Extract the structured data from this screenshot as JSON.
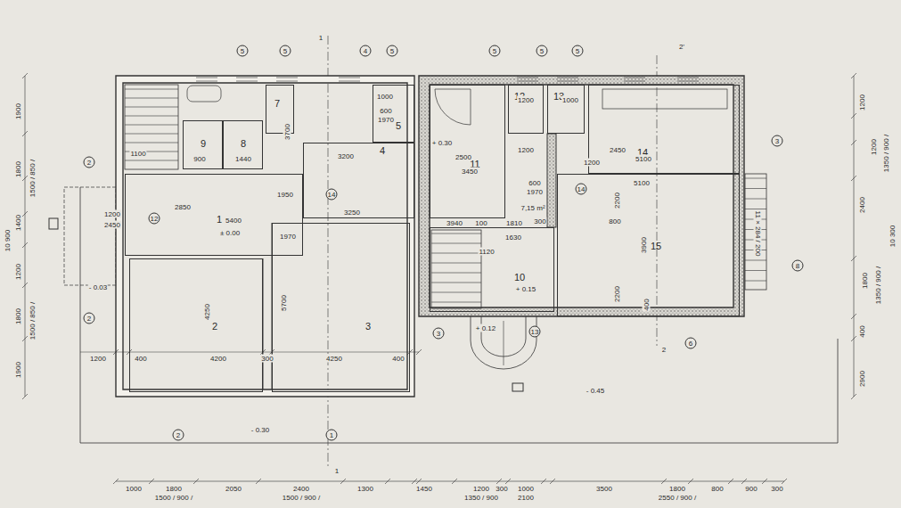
{
  "diagram": {
    "nodes": [
      {
        "text": [
          "1"
        ]
      },
      {
        "text": [
          "2"
        ]
      },
      {
        "text": [
          "3"
        ]
      },
      {
        "text": [
          "4"
        ]
      },
      {
        "text": [
          "5"
        ]
      },
      {
        "text": [
          "7"
        ]
      },
      {
        "text": [
          "8"
        ]
      },
      {
        "text": [
          "9"
        ]
      },
      {
        "text": [
          "10"
        ]
      },
      {
        "text": [
          "11"
        ]
      },
      {
        "text": [
          "12"
        ]
      },
      {
        "text": [
          "13"
        ]
      },
      {
        "text": [
          "14"
        ]
      },
      {
        "text": [
          "15"
        ]
      }
    ],
    "labels": [
      "5",
      "5",
      "4",
      "5",
      "5",
      "5",
      "5",
      "1",
      "2'",
      "1",
      "2",
      "1900",
      "1800",
      "1500 / 850 /",
      "1400",
      "1200",
      "1800",
      "1500 / 850 /",
      "1900",
      "10 900",
      "2",
      "2",
      "1200",
      "1200",
      "1350 / 900 /",
      "2400",
      "1800",
      "1350 / 900 /",
      "400",
      "2900",
      "10 300",
      "3",
      "8",
      "6",
      "2",
      "1",
      "3",
      "13",
      "14",
      "14",
      "12",
      "1000",
      "1800",
      "1500 / 900 /",
      "2050",
      "2400",
      "1500 / 900 /",
      "1300",
      "1450",
      "1200",
      "1350 / 900",
      "300",
      "1000",
      "2100",
      "3500",
      "1800",
      "2550 / 900 /",
      "800",
      "900",
      "300",
      "1100",
      "900",
      "1440",
      "1200",
      "2450",
      "2850",
      "5400",
      "± 0.00",
      "- 0.03",
      "4200",
      "400",
      "1200",
      "300",
      "4250",
      "400",
      "- 0.30",
      "4250",
      "5700",
      "3250",
      "3700",
      "3200",
      "1000",
      "600",
      "1970",
      "1950",
      "1970",
      "+ 0.30",
      "2500",
      "3450",
      "1200",
      "1200",
      "1000",
      "600",
      "1970",
      "7,15 m²",
      "2450",
      "5100",
      "1200",
      "5100",
      "2200",
      "3900",
      "2200",
      "800",
      "400",
      "3940",
      "100",
      "1810",
      "300",
      "1630",
      "1120",
      "+ 0.15",
      "+ 0.12",
      "- 0.45",
      "11 × 284 / 200"
    ]
  }
}
